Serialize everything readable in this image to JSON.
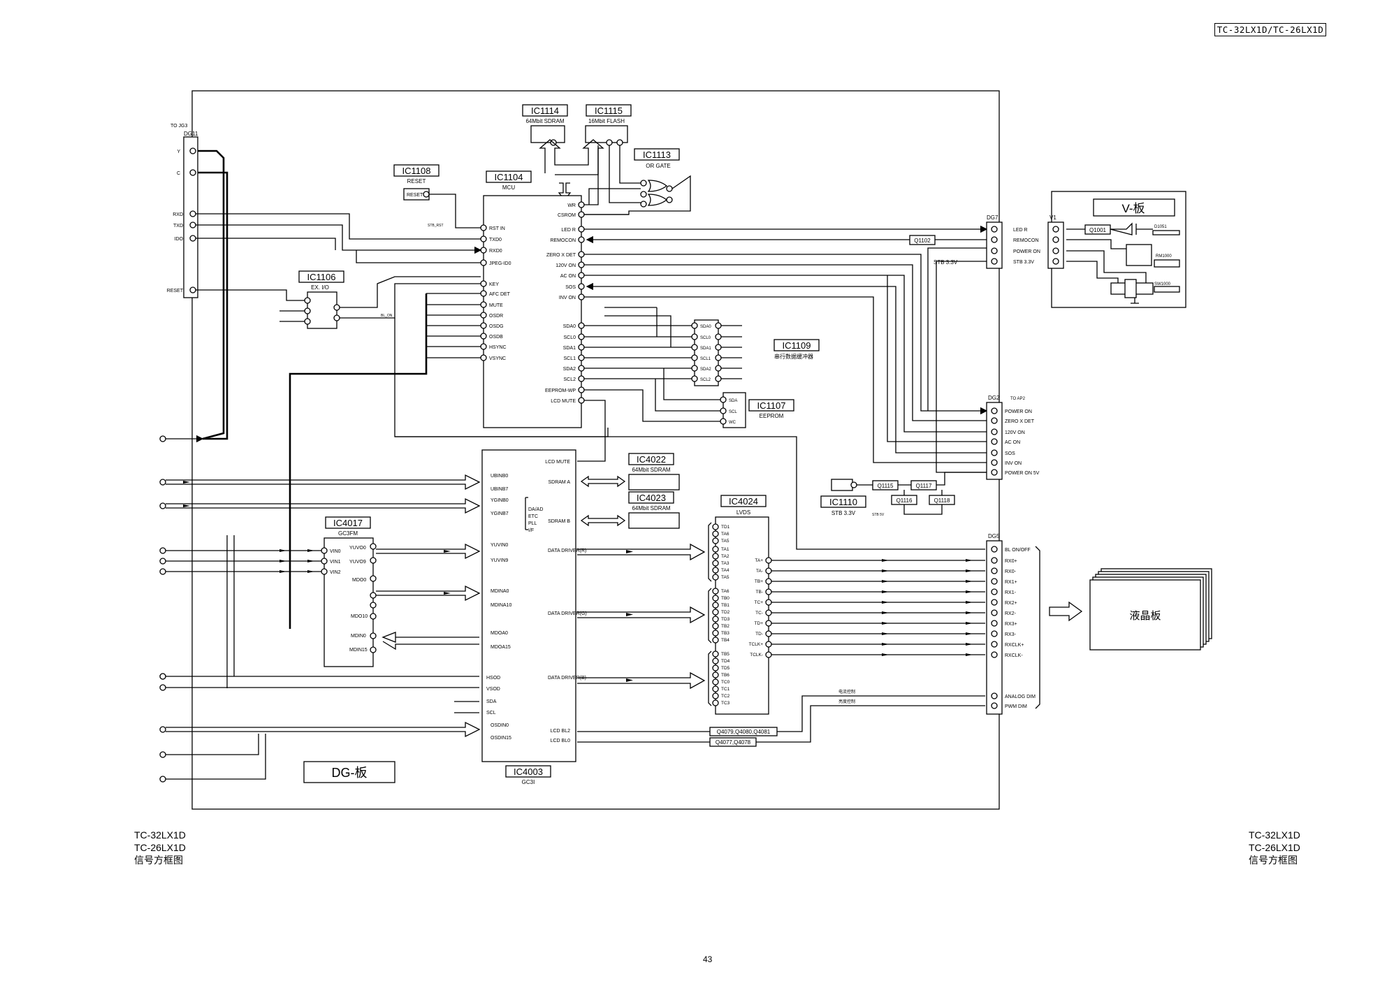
{
  "header": {
    "model_code": "TC-32LX1D/TC-26LX1D"
  },
  "footer": {
    "left_lines": [
      "TC-32LX1D",
      "TC-26LX1D",
      "信号方框图"
    ],
    "right_lines": [
      "TC-32LX1D",
      "TC-26LX1D",
      "信号方框图"
    ],
    "page_number": "43"
  },
  "boards": {
    "dg_board": "DG-板",
    "v_board": "V-板",
    "lcd_panel": "液晶板"
  },
  "connectors": {
    "dg11": {
      "name": "DG11",
      "note": "TO JG3",
      "pins": [
        "Y",
        "C",
        "RXD",
        "TXD",
        "IDO",
        "RESET"
      ]
    },
    "dg7": {
      "name": "DG7",
      "pins": [
        "LED R",
        "REMOCON",
        "POWER ON",
        "STB 3.3V"
      ],
      "stb": "STB 3.3V"
    },
    "v1": {
      "name": "V1"
    },
    "dg2": {
      "name": "DG2",
      "note": "TO AP2",
      "pins": [
        "POWER ON",
        "ZERO X DET",
        "120V ON",
        "AC ON",
        "SOS",
        "INV ON",
        "POWER ON 5V"
      ]
    },
    "dg5": {
      "name": "DG5",
      "pins": [
        "BL ON/OFF",
        "RX0+",
        "RX0-",
        "RX1+",
        "RX1-",
        "RX2+",
        "RX2-",
        "RX3+",
        "RX3-",
        "RXCLK+",
        "RXCLK-",
        "ANALOG DIM",
        "PWM DIM"
      ]
    }
  },
  "ics": {
    "ic1114": {
      "ref": "IC1114",
      "desc": "64Mbit SDRAM"
    },
    "ic1115": {
      "ref": "IC1115",
      "desc": "16Mbit FLASH"
    },
    "ic1113": {
      "ref": "IC1113",
      "desc": "OR GATE"
    },
    "ic1108": {
      "ref": "IC1108",
      "desc": "RESET",
      "pin": "RESET"
    },
    "ic1104": {
      "ref": "IC1104",
      "desc": "MCU",
      "left_pins": [
        "RST IN",
        "TXD0",
        "RXD0",
        "JPEG-ID0",
        "KEY",
        "AFC DET",
        "MUTE",
        "OSDR",
        "OSDG",
        "OSDB",
        "HSYNC",
        "VSYNC"
      ],
      "right_pins": [
        "WR",
        "CSROM",
        "LED R",
        "REMOCON",
        "ZERO X DET",
        "120V ON",
        "AC ON",
        "SOS",
        "INV ON",
        "SDA0",
        "SCL0",
        "SDA1",
        "SCL1",
        "SDA2",
        "SCL2",
        "EEPROM-WP",
        "LCD MUTE"
      ]
    },
    "ic1106": {
      "ref": "IC1106",
      "desc": "EX. I/O"
    },
    "ic1109": {
      "ref": "IC1109",
      "desc": "串行数据缓冲器",
      "left_pins": [
        "SDA0",
        "SCL0",
        "SDA1",
        "SCL1",
        "SDA2",
        "SCL2"
      ]
    },
    "ic1107": {
      "ref": "IC1107",
      "desc": "EEPROM",
      "pins": [
        "SDA",
        "SCL",
        "WC"
      ]
    },
    "ic1110": {
      "ref": "IC1110",
      "desc": "STB 3.3V"
    },
    "ic4017": {
      "ref": "IC4017",
      "desc": "GC3FM",
      "pins": [
        "VIN0",
        "VIN1",
        "VIN2",
        "YUVO0",
        "YUVO9",
        "MDO0",
        "MDO10",
        "MDIN0",
        "MDIN15"
      ]
    },
    "ic4003": {
      "ref": "IC4003",
      "desc": "GC3I",
      "left_pins": [
        "UBINB0",
        "UBINB7",
        "YGINB0",
        "YGINB7",
        "YUVIN0",
        "YUVIN9",
        "MDINA0",
        "MDINA10",
        "MDOA0",
        "MDOA15",
        "HSOD",
        "VSOD",
        "SDA",
        "SCL",
        "OSDIN0",
        "OSDIN15"
      ],
      "mid": [
        "DA/AD",
        "ETC",
        "PLL",
        "I/F"
      ],
      "right_pins": [
        "LCD MUTE",
        "SDRAM A",
        "SDRAM B",
        "DATA DRIVER(R)",
        "DATA DRIVER(G)",
        "DATA DRIVER(B)",
        "LCD BL2",
        "LCD BL0"
      ]
    },
    "ic4022": {
      "ref": "IC4022",
      "desc": "64Mbit SDRAM"
    },
    "ic4023": {
      "ref": "IC4023",
      "desc": "64Mbit SDRAM"
    },
    "ic4024": {
      "ref": "IC4024",
      "desc": "LVDS",
      "in_pins": [
        "TD1",
        "TA6",
        "TA5",
        "TA1",
        "TA2",
        "TA3",
        "TA4",
        "TA5",
        "TA6",
        "TB0",
        "TB1",
        "TD2",
        "TD3",
        "TB2",
        "TB3",
        "TB4",
        "TB5",
        "TD4",
        "TD5",
        "TB6",
        "TC0",
        "TC1",
        "TC2",
        "TC3"
      ],
      "out_pins": [
        "TA+",
        "TA-",
        "TB+",
        "TB-",
        "TC+",
        "TC-",
        "TD+",
        "TD-",
        "TCLK+",
        "TCLK-"
      ]
    }
  },
  "transistors": {
    "q1102": "Q1102",
    "q1001": "Q1001",
    "q1115": "Q1115",
    "q1117": "Q1117",
    "q1116": "Q1116",
    "q1118": "Q1118",
    "q4079": "Q4079,Q4080,Q4081",
    "q4077": "Q4077,Q4078"
  },
  "v_board_parts": {
    "d1051": "D1051",
    "rm1000": "RM1000",
    "sw1000": "SW1000",
    "pins": [
      "LED R",
      "REMOCON",
      "POWER ON",
      "STB 3.3V"
    ]
  },
  "notes": {
    "stb5v": "STB 5V",
    "analog_dim_note": "电流控制",
    "pwm_dim_note": "亮度控制",
    "bl_on": "BL_ON",
    "stb_rst": "STB_RST"
  }
}
